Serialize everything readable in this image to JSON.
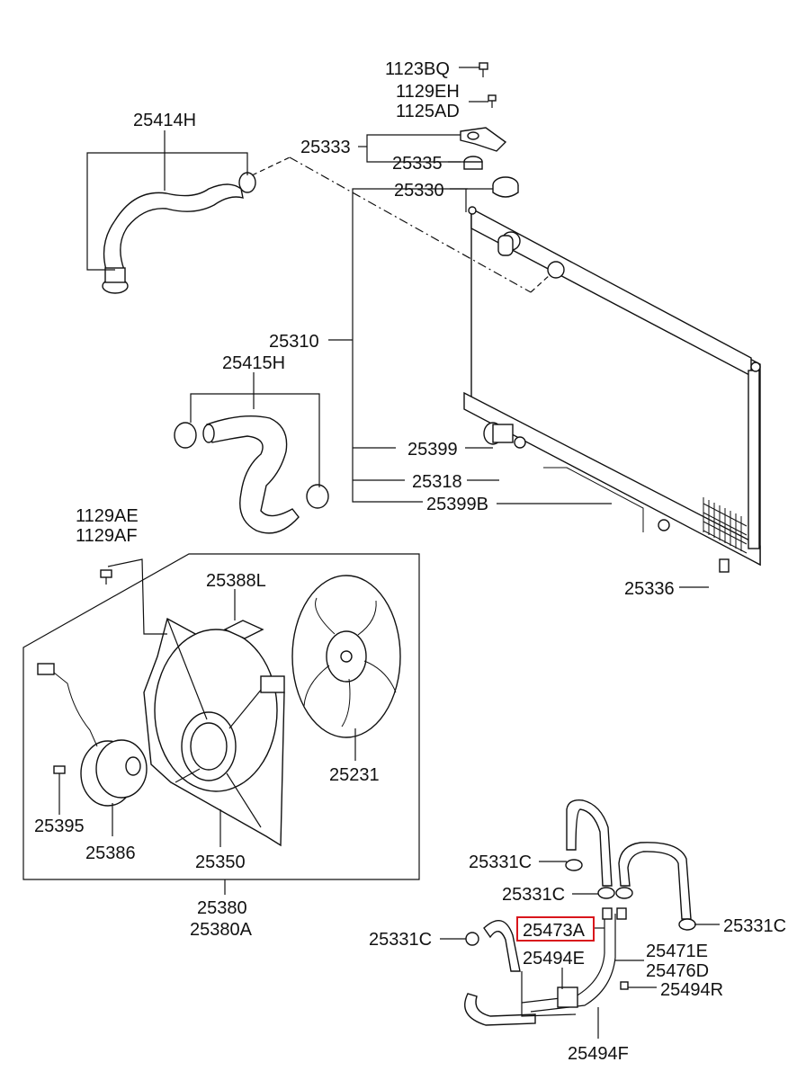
{
  "parts": {
    "p1123BQ": "1123BQ",
    "p1129EH": "1129EH",
    "p1125AD": "1125AD",
    "p25414H": "25414H",
    "p25333": "25333",
    "p25335": "25335",
    "p25330": "25330",
    "p25310": "25310",
    "p25415H": "25415H",
    "p25399": "25399",
    "p25318": "25318",
    "p25399B": "25399B",
    "p25336": "25336",
    "p1129AE": "1129AE",
    "p1129AF": "1129AF",
    "p25388L": "25388L",
    "p25231": "25231",
    "p25395": "25395",
    "p25386": "25386",
    "p25350": "25350",
    "p25380": "25380",
    "p25380A": "25380A",
    "p25331C_1": "25331C",
    "p25331C_2": "25331C",
    "p25331C_3": "25331C",
    "p25331C_4": "25331C",
    "p25473A": "25473A",
    "p25494E": "25494E",
    "p25471E": "25471E",
    "p25476D": "25476D",
    "p25494R": "25494R",
    "p25494F": "25494F"
  },
  "highlight": {
    "part": "25473A",
    "color": "#d9161c"
  }
}
